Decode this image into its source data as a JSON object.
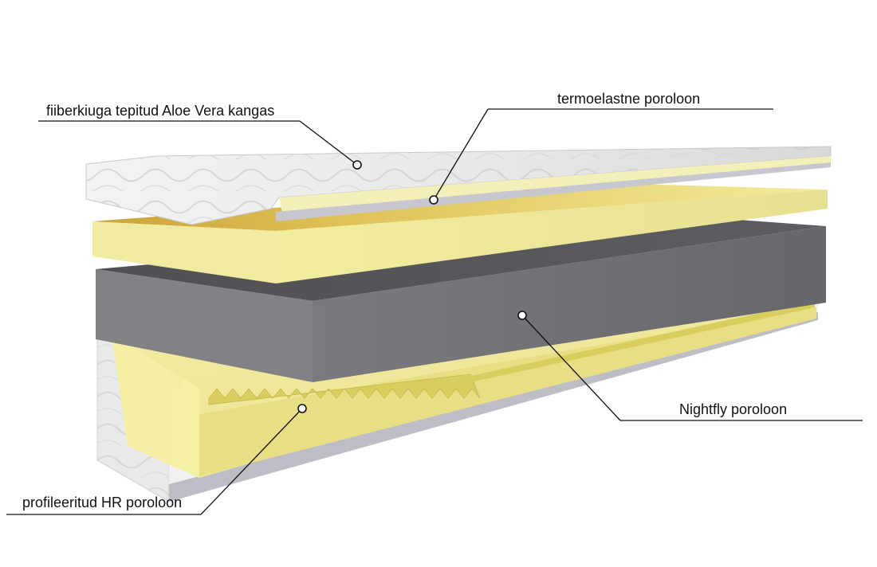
{
  "callouts": {
    "top_cover": "fiiberkiuga tepitud Aloe Vera kangas",
    "thermo_foam": "termoelastne poroloon",
    "nightfly_foam": "Nightfly poroloon",
    "profiled_foam": "profileeritud HR poroloon"
  },
  "colors": {
    "fabric": "#ececec",
    "yellow_foam": "#eee99a",
    "yellow_foam_shade": "#d8cf6e",
    "grey_foam": "#76767b",
    "grey_foam_side": "#5e5e63",
    "leader": "#111111"
  }
}
